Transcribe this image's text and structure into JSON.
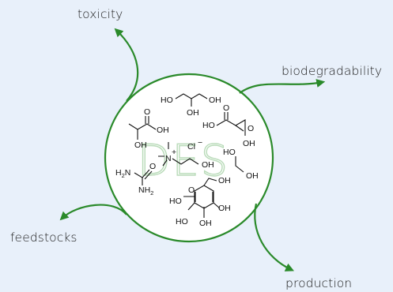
{
  "center_label": "DES",
  "outcomes": {
    "toxicity": "toxicity",
    "biodegradability": "biodegradability",
    "feedstocks": "feedstocks",
    "production": "production"
  },
  "molecules": {
    "glycerol": {
      "oh_left": "HO",
      "oh_right": "OH",
      "oh_bottom": "OH"
    },
    "lactic_acid": {
      "o_top": "O",
      "oh_right": "OH",
      "oh_bottom": "OH"
    },
    "malonic_acid": {
      "o_top": "O",
      "ho_left": "HO",
      "o_right": "O",
      "oh_bottom": "OH"
    },
    "choline_chloride": {
      "n_plus": "N",
      "plus": "+",
      "oh": "OH",
      "cl": "Cl",
      "minus": "−"
    },
    "ethylene_glycol": {
      "ho": "HO",
      "oh": "OH"
    },
    "urea": {
      "h2n": "H",
      "h2n_sub": "2",
      "h2n_n": "N",
      "o": "O",
      "nh2_n": "NH",
      "nh2_sub": "2"
    },
    "glucose": {
      "oh_ch2": "OH",
      "o_ring": "O",
      "ho_left": "HO",
      "ho_bl": "HO",
      "oh_b": "OH",
      "oh_r": "OH"
    }
  },
  "colors": {
    "background": "#e8f0fa",
    "accent_green": "#2a8a2a",
    "ring_fill": "#ffffff",
    "watermark": "#cde6cd"
  }
}
